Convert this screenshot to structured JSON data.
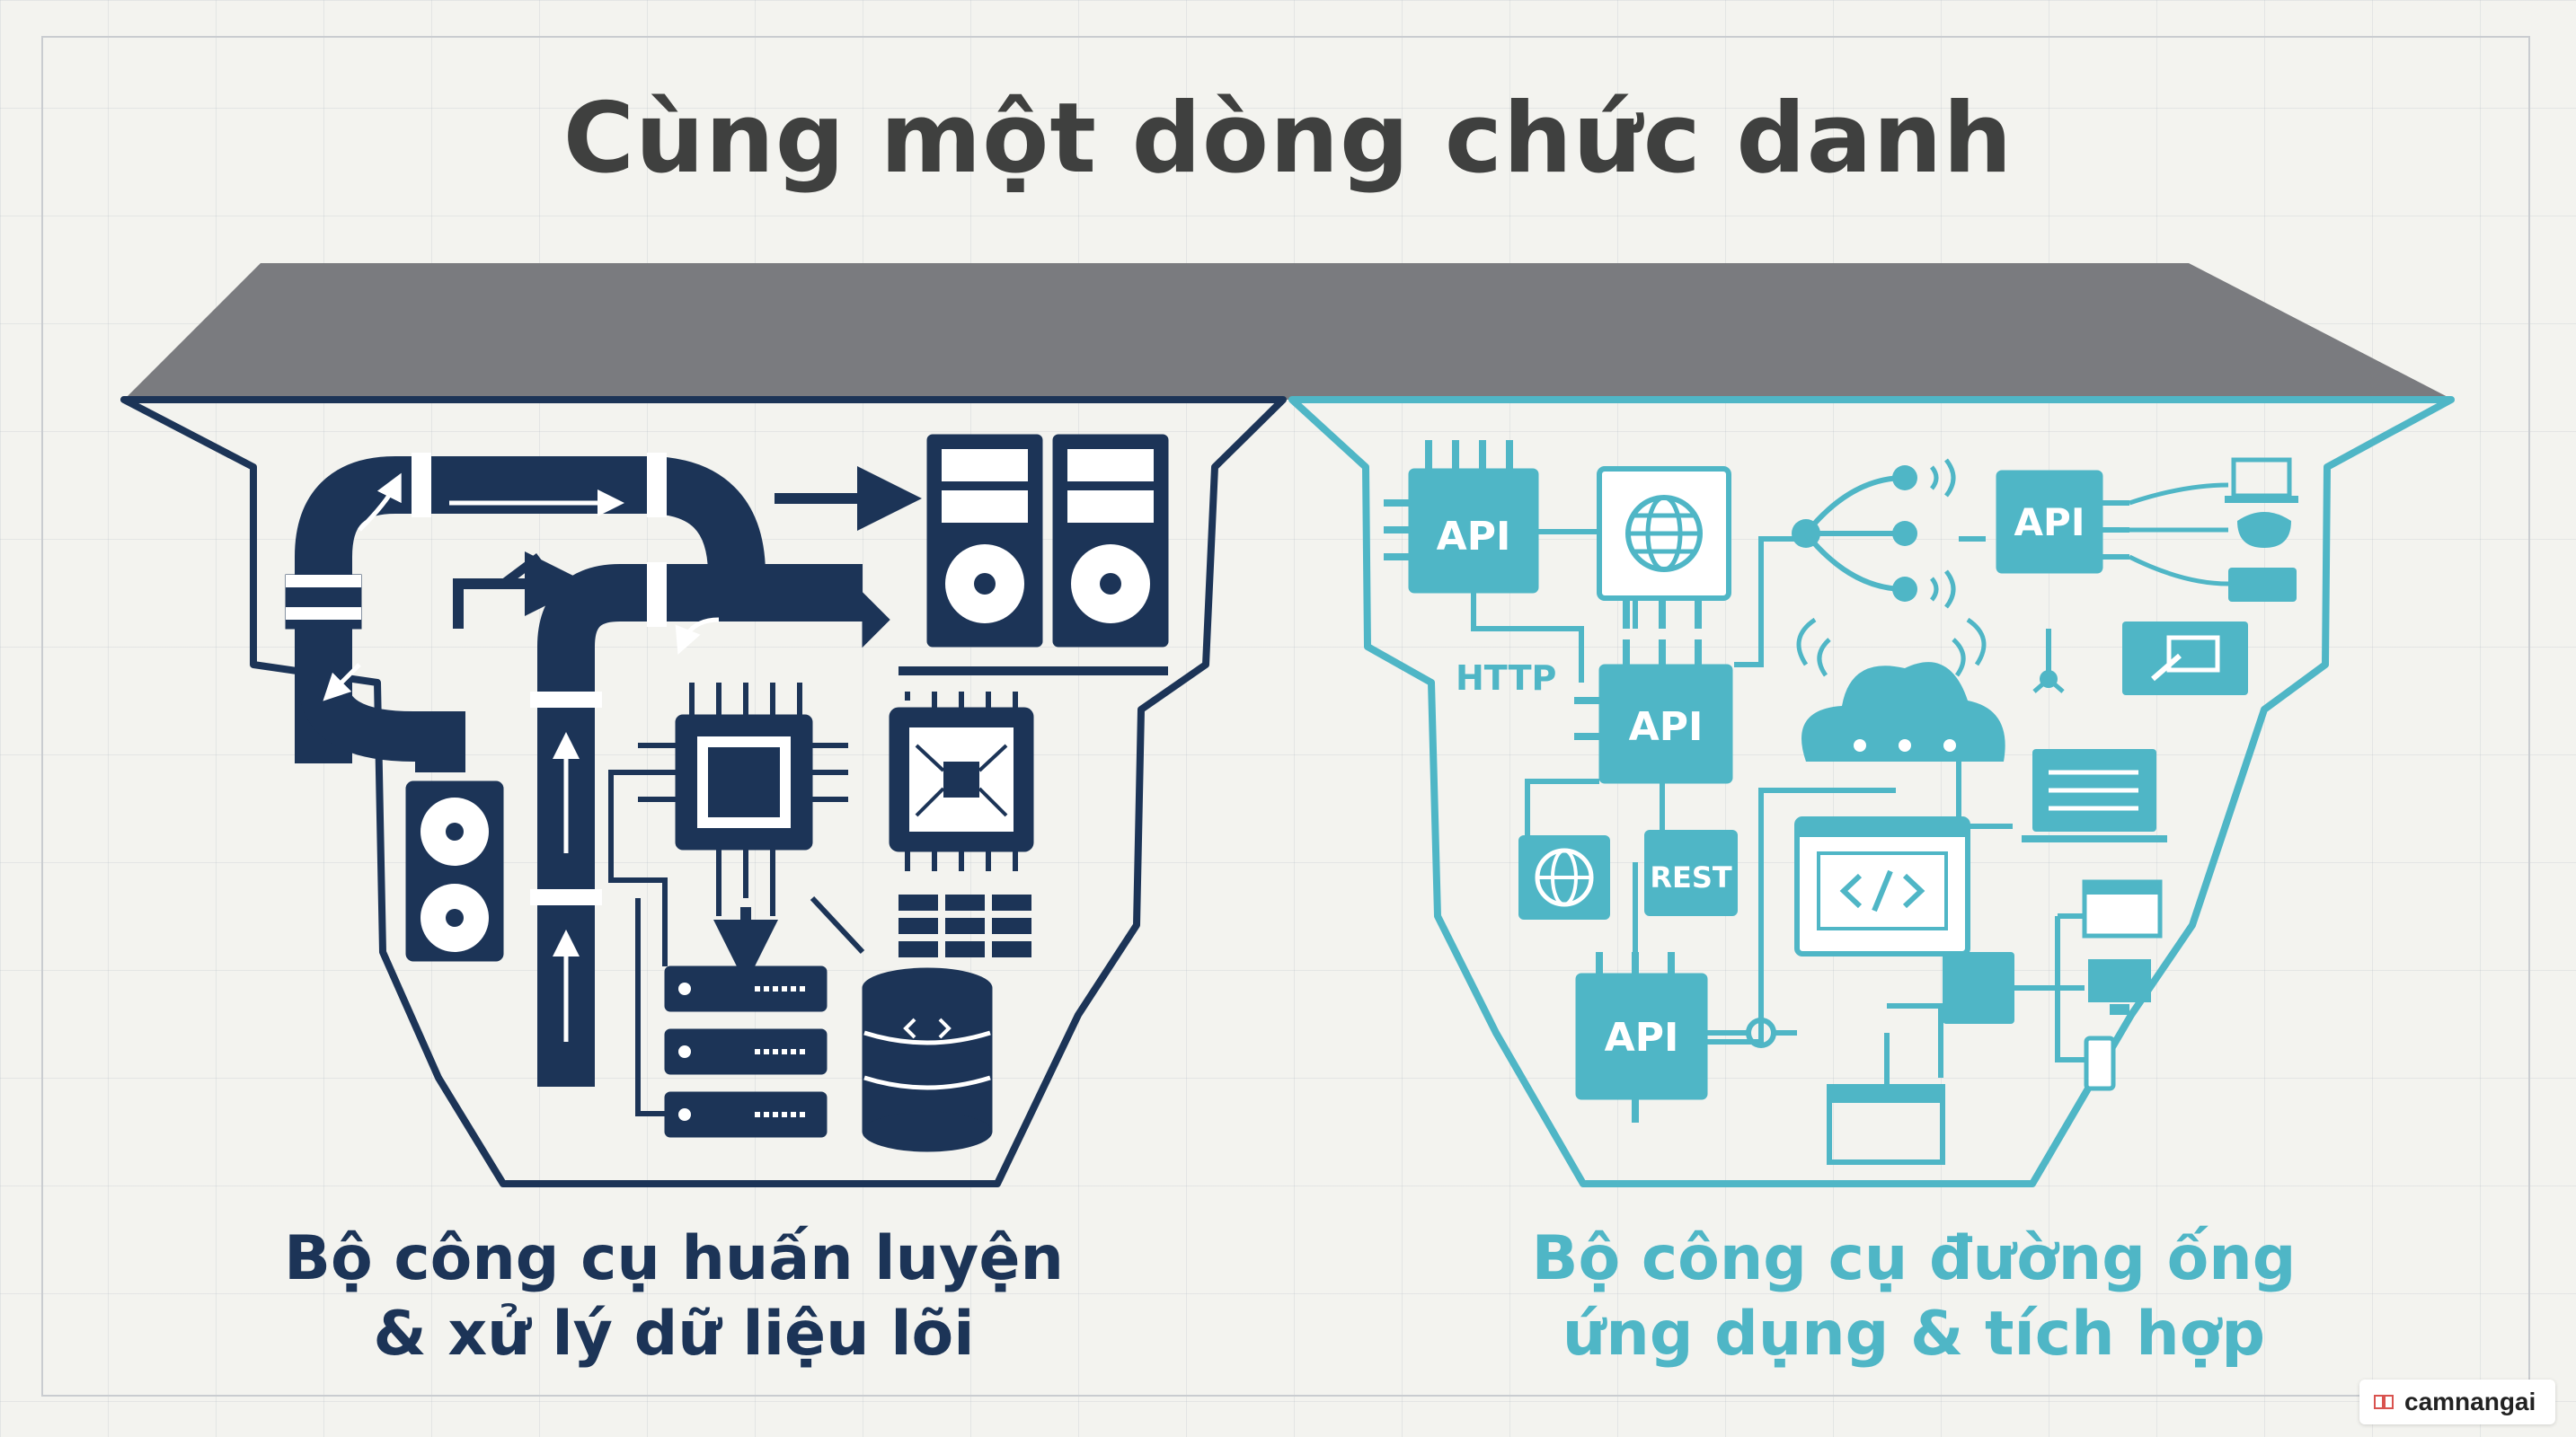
{
  "header": {
    "title": "Cùng một dòng chức danh"
  },
  "left_panel": {
    "caption_line1": "Bộ công cụ huấn luyện",
    "caption_line2": "& xử lý dữ liệu lõi",
    "color": "#1c3457"
  },
  "right_panel": {
    "caption_line1": "Bộ công cụ đường ống",
    "caption_line2": "ứng dụng & tích hợp",
    "color": "#4fb6c6",
    "labels": {
      "api_1": "API",
      "api_2": "API",
      "api_3": "API",
      "api_4": "API",
      "http": "HTTP",
      "rest": "REST"
    }
  },
  "watermark": {
    "text": "camnangai"
  },
  "colors": {
    "roof": "#7a7b7f",
    "background": "#f3f3ef",
    "title": "#3f403f"
  }
}
